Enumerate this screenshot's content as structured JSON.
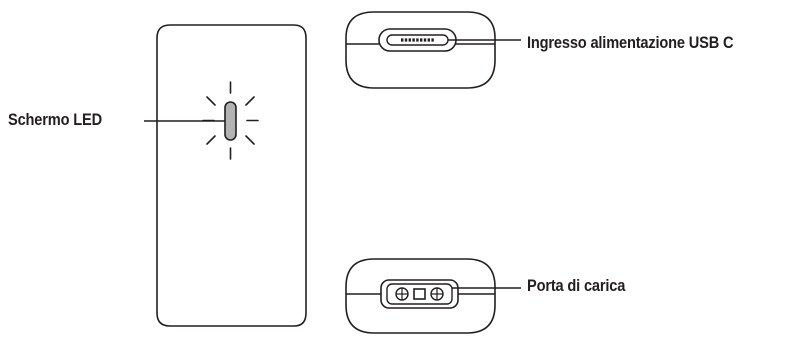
{
  "labels": {
    "led_screen": "Schermo LED",
    "usb_c_input": "Ingresso alimentazione USB C",
    "charge_port": "Porta di carica"
  },
  "colors": {
    "line": "#231f20",
    "background": "#ffffff",
    "led_fill": "#b3b3b3"
  },
  "icons": {
    "led_indicator": "led-light-icon",
    "usb_port": "usb-c-port-icon",
    "charge_port": "charging-port-icon"
  }
}
